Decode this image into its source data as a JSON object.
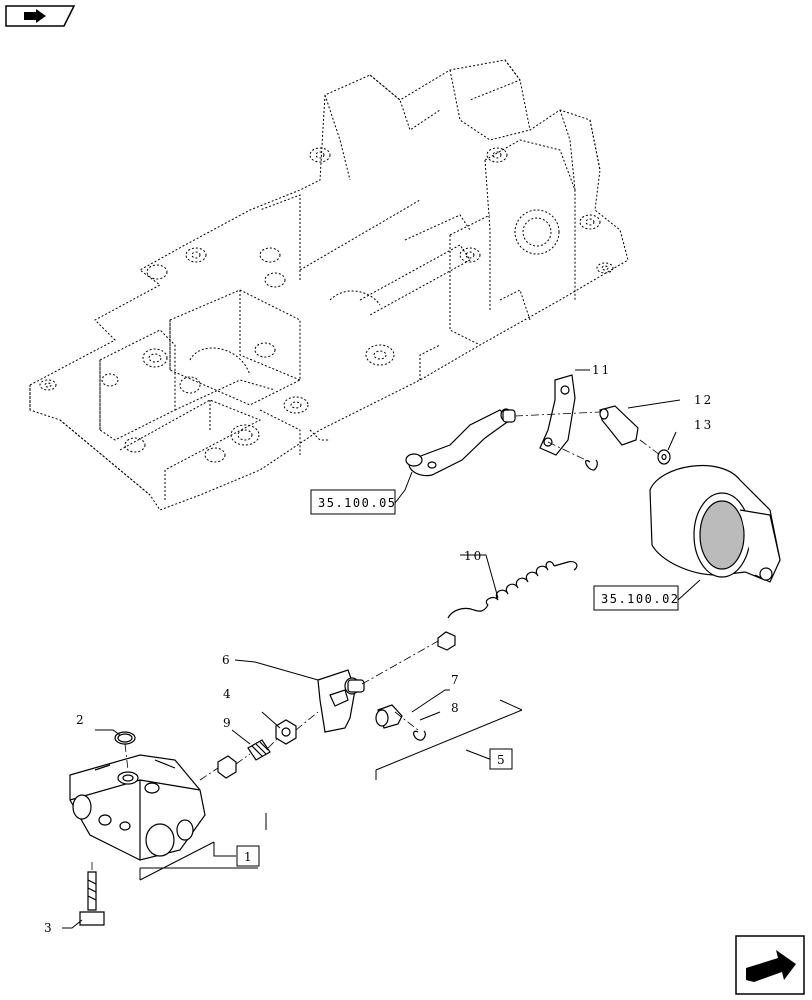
{
  "nav": {
    "top_icon": "previous-page-icon",
    "bottom_icon": "next-page-icon"
  },
  "callouts": [
    {
      "id": "c1",
      "text": "1"
    },
    {
      "id": "c2",
      "text": "2"
    },
    {
      "id": "c3",
      "text": "3"
    },
    {
      "id": "c4",
      "text": "4"
    },
    {
      "id": "c5",
      "text": "5"
    },
    {
      "id": "c6",
      "text": "6"
    },
    {
      "id": "c7",
      "text": "7"
    },
    {
      "id": "c8",
      "text": "8"
    },
    {
      "id": "c9",
      "text": "9"
    },
    {
      "id": "c10",
      "text": "10"
    },
    {
      "id": "c11",
      "text": "11"
    },
    {
      "id": "c12",
      "text": "12"
    },
    {
      "id": "c13",
      "text": "13"
    }
  ],
  "references": [
    {
      "id": "r1",
      "text": "35.100.05"
    },
    {
      "id": "r2",
      "text": "35.100.02"
    }
  ]
}
